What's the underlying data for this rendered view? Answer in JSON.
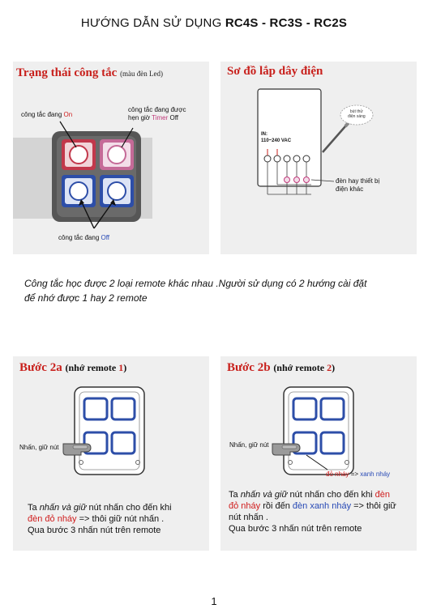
{
  "header": {
    "title_prefix": "HƯỚNG DẪN SỬ DỤNG ",
    "title_models": "RC4S - RC3S - RC2S"
  },
  "section_status": {
    "title": "Trạng thái công tắc",
    "note": "(màu đèn Led)",
    "label_on_prefix": "công tắc đang ",
    "label_on_value": "On",
    "label_timer_line1": "công tắc đang được",
    "label_timer_prefix": "hẹn giờ ",
    "label_timer_value": "Timer",
    "label_timer_suffix": " Off",
    "label_off_prefix": "công tắc đang ",
    "label_off_value": "Off"
  },
  "section_wiring": {
    "title": "Sơ đồ lắp dây điện",
    "input_label_line1": "IN:",
    "input_label_line2": "110~240 VAC",
    "tester_label_line1": "bút thử",
    "tester_label_line2": "điện sáng",
    "load_label_line1": "đèn hay thiết bị",
    "load_label_line2": "điện khác"
  },
  "intro": {
    "line1": "Công tắc học được 2 loại remote khác nhau .Người sử dụng có 2 hướng cài đặt",
    "line2": "để nhớ được 1 hay 2 remote"
  },
  "step_2a": {
    "title": "Bước 2a",
    "paren_prefix": "(nhớ remote ",
    "paren_num": "1",
    "paren_suffix": ")",
    "press_label": "Nhấn, giữ nút",
    "t1a": "Ta ",
    "t1b": "nhấn và giữ",
    "t1c": " nút nhấn cho đến khi",
    "t2a": "đèn đỏ nháy",
    "t2b": " => thôi giữ nút nhấn .",
    "t3": "Qua bước 3 nhấn nút trên remote"
  },
  "step_2b": {
    "title": "Bước 2b",
    "paren_prefix": "(nhớ remote ",
    "paren_num": "2",
    "paren_suffix": ")",
    "press_label": "Nhấn, giữ nút",
    "blink_red": "đỏ nháy",
    "blink_arrow": " => ",
    "blink_blue": "xanh nháy",
    "t1a": "Ta ",
    "t1b": "nhấn và giữ",
    "t1c": " nút nhấn cho đến khi ",
    "t1d": "đèn",
    "t2a": "đỏ nháy",
    "t2b": " rồi đến ",
    "t2c": "đèn xanh nháy",
    "t2d": " => thôi giữ",
    "t3": "nút nhấn .",
    "t4": "Qua bước 3 nhấn nút trên remote"
  },
  "footer": {
    "page_number": "1"
  }
}
